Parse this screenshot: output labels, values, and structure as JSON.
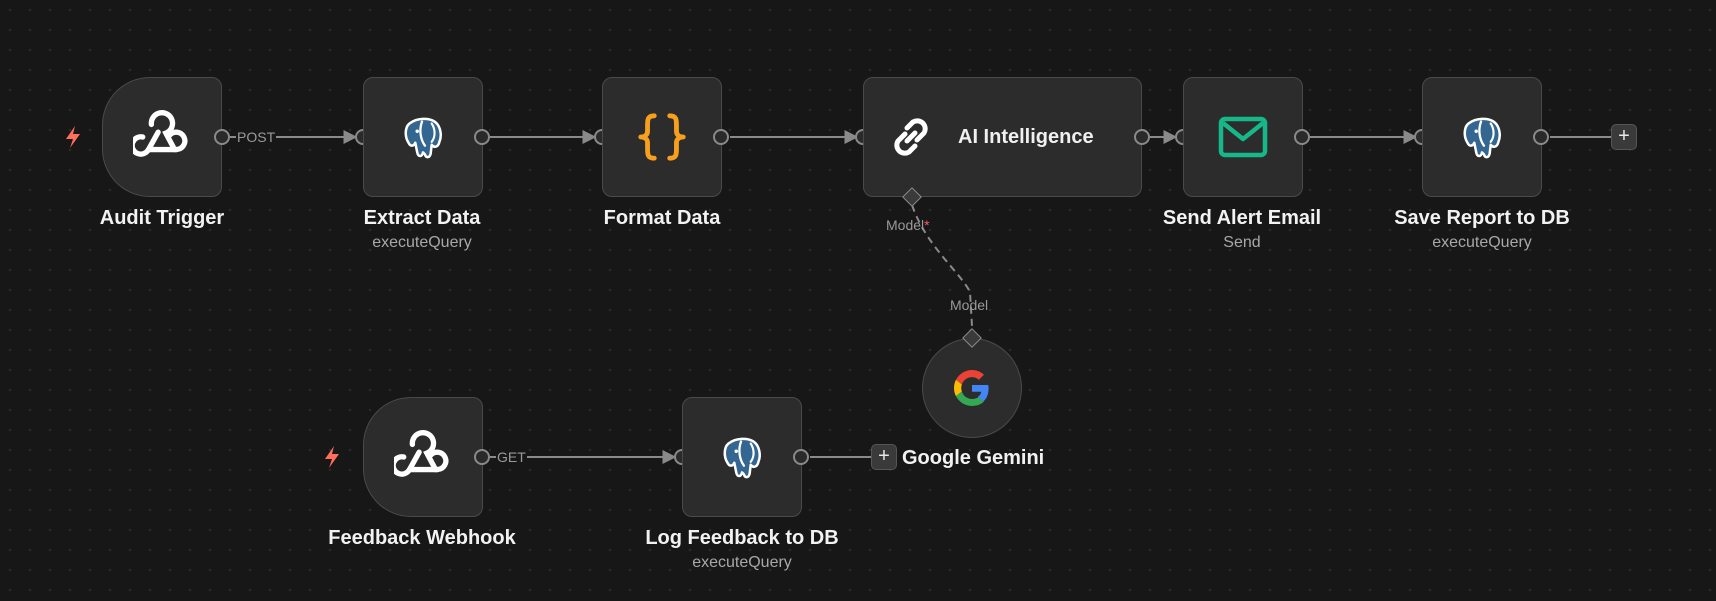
{
  "canvas": {
    "background": "#171717",
    "connection_color": "#8a8a8a",
    "trigger_color": "#ff6f5c"
  },
  "nodes": {
    "audit_trigger": {
      "title": "Audit Trigger",
      "icon": "webhook-icon",
      "output_label": "POST"
    },
    "extract_data": {
      "title": "Extract Data",
      "subtitle": "executeQuery",
      "icon": "postgres-icon"
    },
    "format_data": {
      "title": "Format Data",
      "icon": "code-braces-icon",
      "icon_color": "#f7a020"
    },
    "ai_intelligence": {
      "title": "AI Intelligence",
      "icon": "link-icon",
      "port_label": "Model",
      "port_required": "*"
    },
    "send_alert_email": {
      "title": "Send Alert Email",
      "subtitle": "Send",
      "icon": "mail-icon",
      "icon_color": "#16b88a"
    },
    "save_report": {
      "title": "Save Report to DB",
      "subtitle": "executeQuery",
      "icon": "postgres-icon"
    },
    "google_gemini": {
      "title": "Google Gemini",
      "icon": "google-icon",
      "port_label": "Model"
    },
    "feedback_webhook": {
      "title": "Feedback Webhook",
      "icon": "webhook-icon",
      "output_label": "GET"
    },
    "log_feedback": {
      "title": "Log Feedback to DB",
      "subtitle": "executeQuery",
      "icon": "postgres-icon"
    }
  },
  "actions": {
    "add_node_symbol": "+"
  }
}
